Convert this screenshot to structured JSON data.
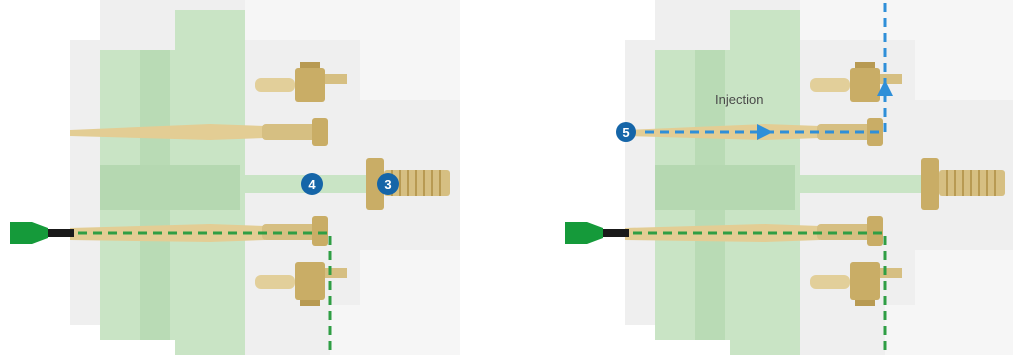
{
  "left_panel": {
    "callouts": [
      "4",
      "3"
    ]
  },
  "right_panel": {
    "label": "Injection",
    "callouts": [
      "5"
    ]
  },
  "colors": {
    "mold_green": "#c9e4c5",
    "mold_green_dark": "#b5d8b1",
    "mold_gray": "#ededed",
    "brass": "#d6bf82",
    "brass_dark": "#b89a52",
    "coolant_path": "#2f9e44",
    "injection_path": "#2f8fd8",
    "callout_fill": "#1565a8",
    "connector_green": "#159a3a"
  }
}
